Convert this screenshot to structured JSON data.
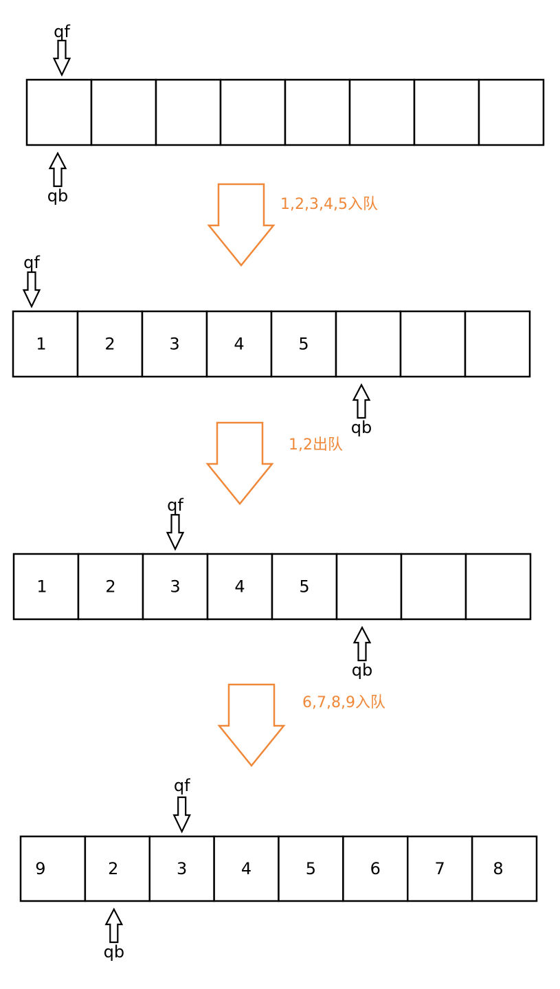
{
  "colors": {
    "cell_stroke": "#000000",
    "pointer_stroke": "#000000",
    "transition_arrow": "#f0883a",
    "step_text": "#f0883a"
  },
  "pointer_labels": {
    "front": "qf",
    "back": "qb"
  },
  "queue_states": [
    {
      "cells": [
        "",
        "",
        "",
        "",
        "",
        "",
        "",
        ""
      ],
      "qf": 0,
      "qb": 0
    },
    {
      "cells": [
        "1",
        "2",
        "3",
        "4",
        "5",
        "",
        "",
        ""
      ],
      "qf": 0,
      "qb": 5
    },
    {
      "cells": [
        "1",
        "2",
        "3",
        "4",
        "5",
        "",
        "",
        ""
      ],
      "qf": 2,
      "qb": 5
    },
    {
      "cells": [
        "9",
        "2",
        "3",
        "4",
        "5",
        "6",
        "7",
        "8"
      ],
      "qf": 2,
      "qb": 1
    }
  ],
  "transitions": [
    {
      "label": "1,2,3,4,5入队"
    },
    {
      "label": "1,2出队"
    },
    {
      "label": "6,7,8,9入队"
    }
  ]
}
